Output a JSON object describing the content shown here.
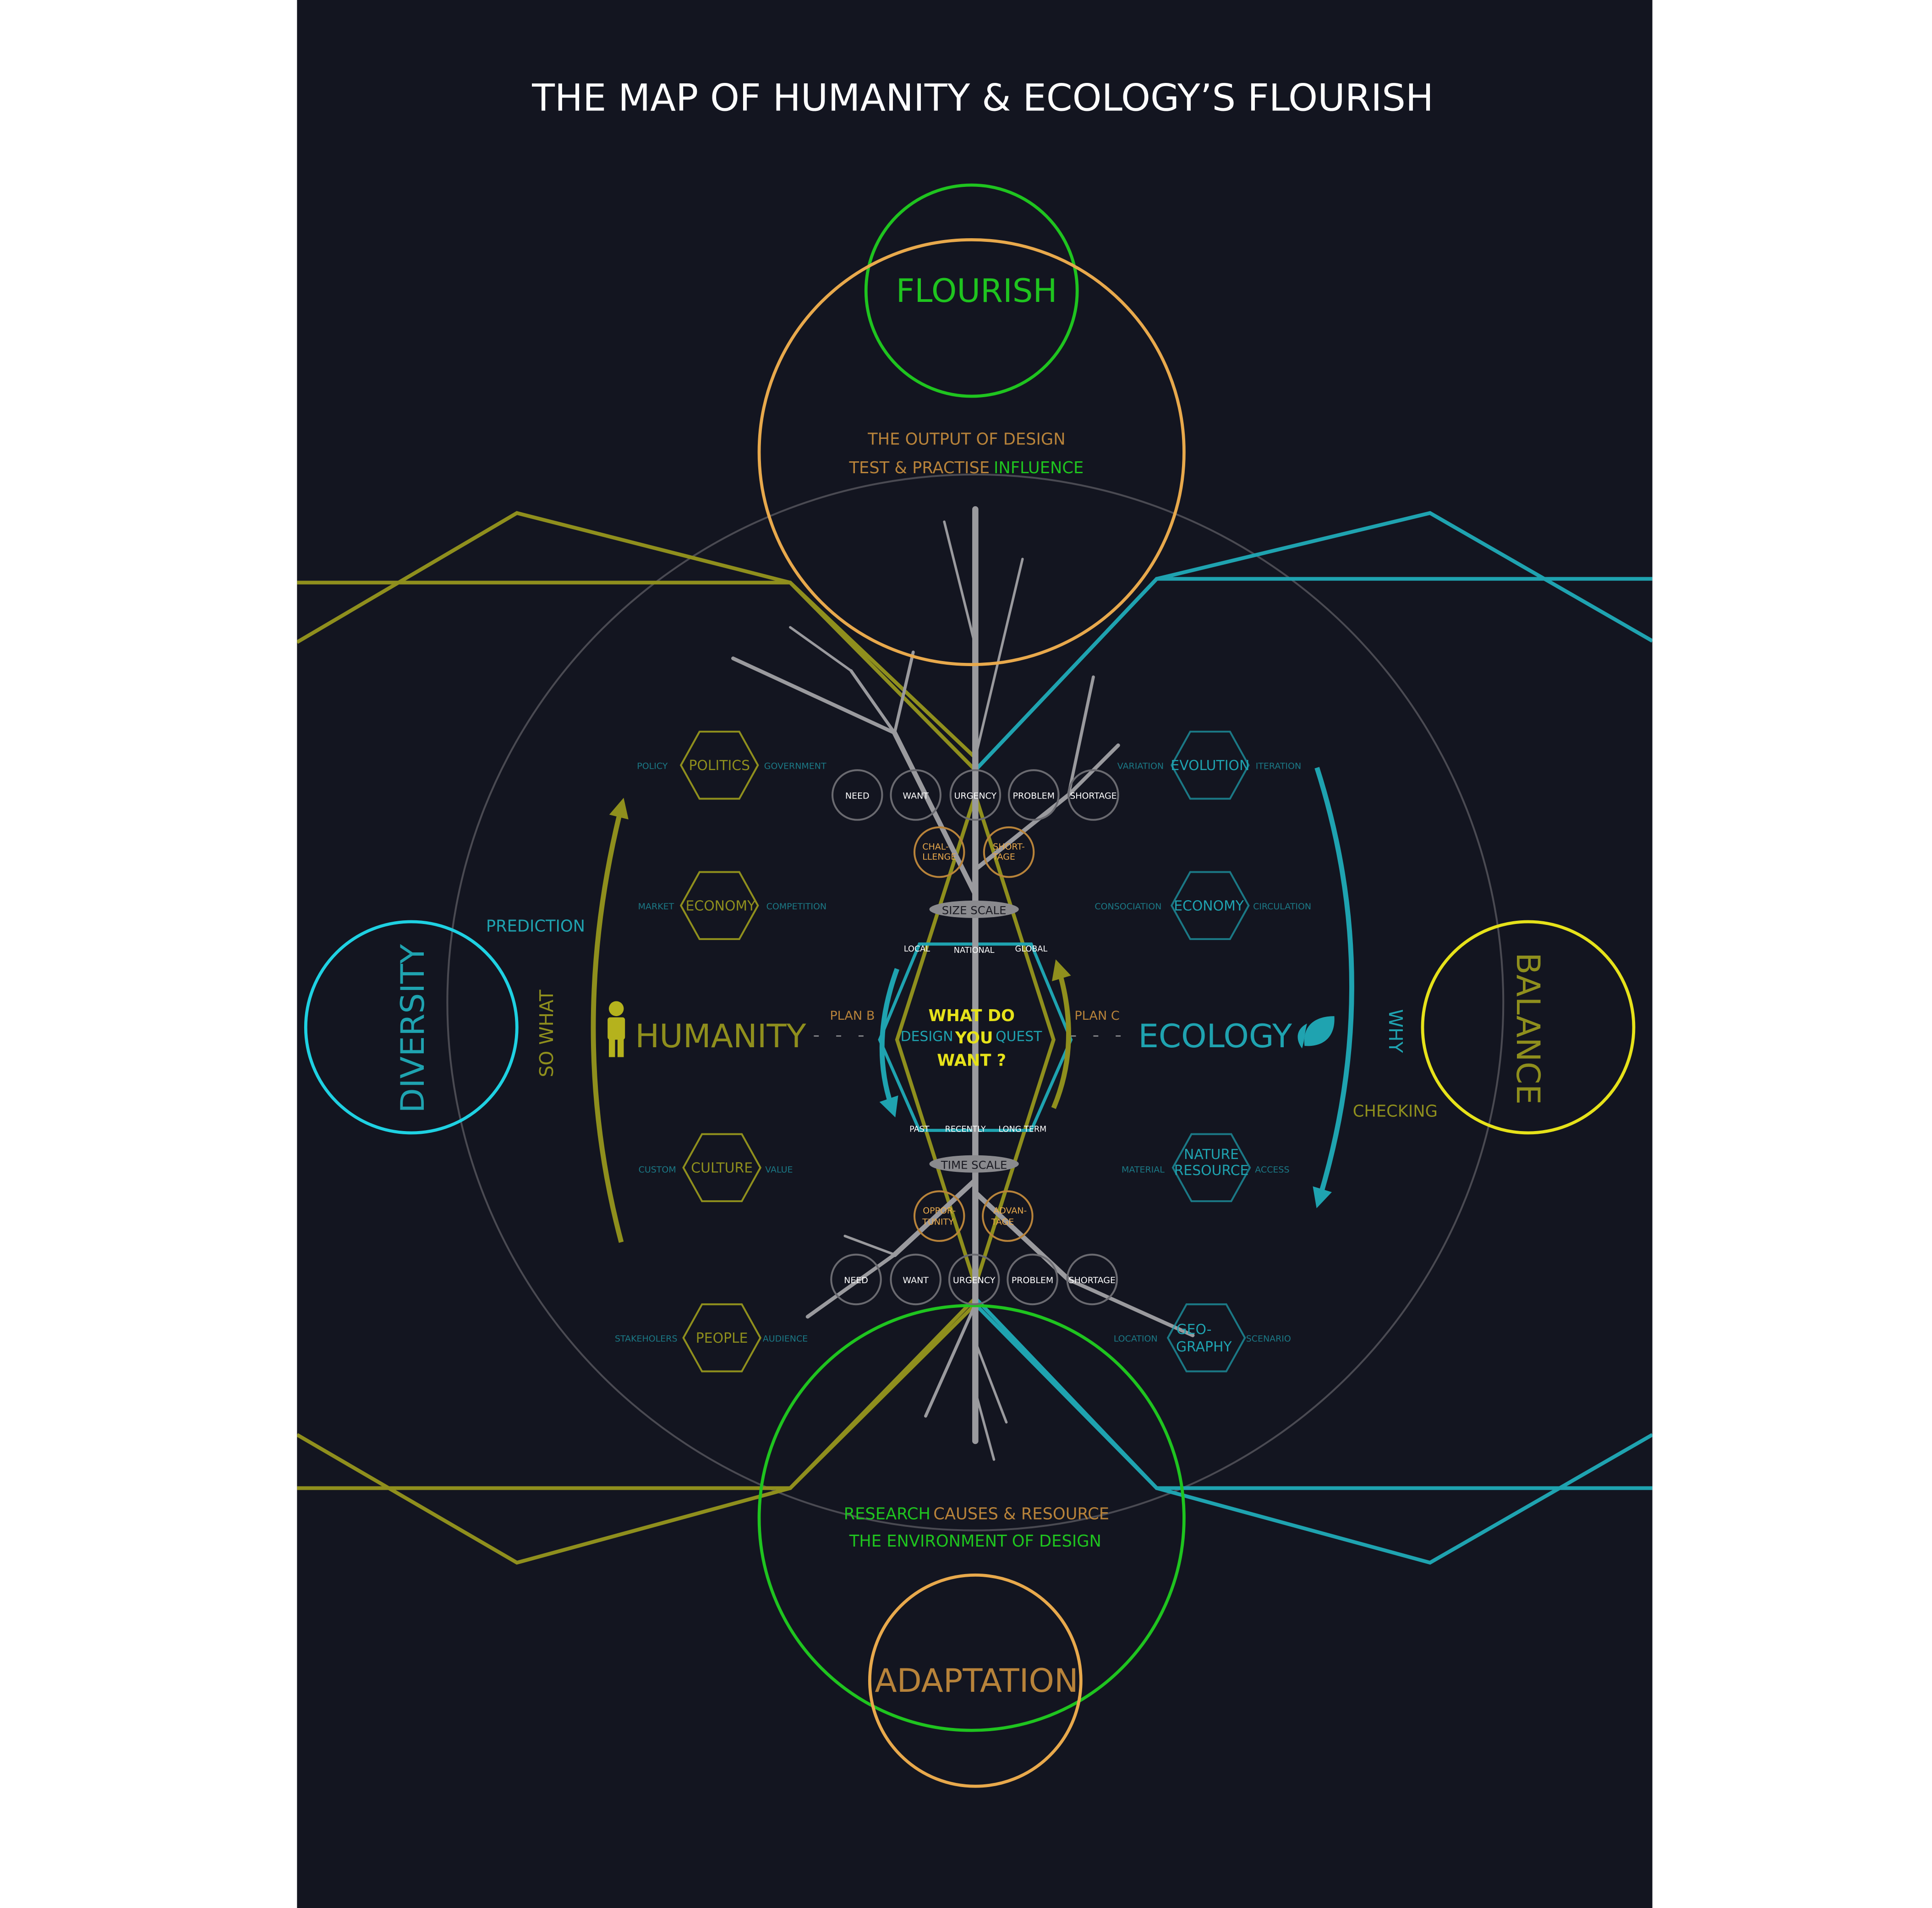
{
  "title": "THE MAP OF HUMANITY & ECOLOGY’S FLOURISH",
  "colors": {
    "background": "#131520",
    "green": "#1fc41f",
    "orange": "#e8a94c",
    "olive": "#8f8f1d",
    "teal": "#1fa3b0",
    "cyan": "#1fd1e2",
    "yellow": "#e6e21a",
    "grey": "#8a8a8e",
    "white": "#ffffff",
    "brown": "#b8833a"
  },
  "top": {
    "flourish": "FLOURISH",
    "output_of_design": "THE OUTPUT OF DESIGN",
    "test_practise": "TEST & PRACTISE",
    "influence": "INFLUENCE"
  },
  "bottom": {
    "adaptation": "ADAPTATION",
    "research": "RESEARCH",
    "causes_resource": "CAUSES & RESOURCE",
    "environment_of_design": "THE ENVIRONMENT OF DESIGN"
  },
  "left": {
    "diversity": "DIVERSITY",
    "prediction": "PREDICTION",
    "so_what": "SO WHAT",
    "humanity": "HUMANITY",
    "plan_b": "PLAN B",
    "human_icon": "person-icon"
  },
  "right": {
    "balance": "BALANCE",
    "why": "WHY",
    "checking": "CHECKING",
    "ecology": "ECOLOGY",
    "plan_c": "PLAN C",
    "leaf_icon": "leaf-icon"
  },
  "center": {
    "question_line1": "WHAT DO",
    "question_line2": "YOU",
    "question_line3": "WANT ?",
    "design": "DESIGN",
    "quest": "QUEST",
    "size_scale": "SIZE SCALE",
    "time_scale": "TIME SCALE",
    "size_labels": [
      "LOCAL",
      "NATIONAL",
      "GLOBAL"
    ],
    "time_labels": [
      "PAST",
      "RECENTLY",
      "LONG TERM"
    ]
  },
  "upper_circles": [
    "NEED",
    "WANT",
    "URGENCY",
    "PROBLEM",
    "SHORTAGE"
  ],
  "lower_circles": [
    "NEED",
    "WANT",
    "URGENCY",
    "PROBLEM",
    "SHORTAGE"
  ],
  "upper_orange": [
    {
      "l1": "CHAL-",
      "l2": "LLENGE"
    },
    {
      "l1": "SHORT-",
      "l2": "TAGE"
    }
  ],
  "lower_orange": [
    {
      "l1": "OPPOR-",
      "l2": "TUNITY"
    },
    {
      "l1": "ADVAN-",
      "l2": "TAGE"
    }
  ],
  "left_hexes": [
    {
      "l1": "POLITICS",
      "l2": "",
      "left": "POLICY",
      "right": "GOVERNMENT"
    },
    {
      "l1": "ECONOMY",
      "l2": "",
      "left": "MARKET",
      "right": "COMPETITION"
    },
    {
      "l1": "CULTURE",
      "l2": "",
      "left": "CUSTOM",
      "right": "VALUE"
    },
    {
      "l1": "PEOPLE",
      "l2": "",
      "left": "STAKEHOLERS",
      "right": "AUDIENCE"
    }
  ],
  "right_hexes": [
    {
      "l1": "EVOLUTION",
      "l2": "",
      "left": "VARIATION",
      "right": "ITERATION"
    },
    {
      "l1": "ECONOMY",
      "l2": "",
      "left": "CONSOCIATION",
      "right": "CIRCULATION"
    },
    {
      "l1": "NATURE",
      "l2": "RESOURCE",
      "left": "MATERIAL",
      "right": "ACCESS"
    },
    {
      "l1": "GEO-",
      "l2": "GRAPHY",
      "left": "LOCATION",
      "right": "SCENARIO"
    }
  ]
}
